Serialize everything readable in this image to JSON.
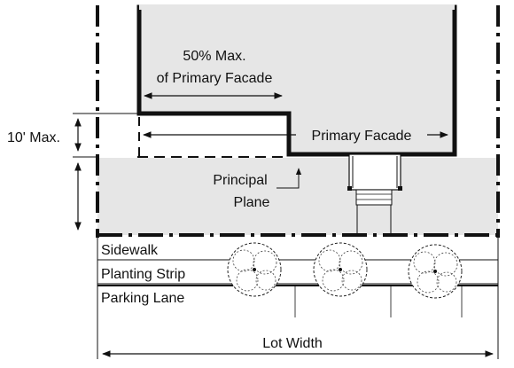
{
  "labels": {
    "facade_max_line1": "50% Max.",
    "facade_max_line2": "of Primary Facade",
    "setback_max": "10' Max.",
    "primary_facade": "Primary Facade",
    "principal_line1": "Principal",
    "principal_line2": "Plane",
    "sidewalk": "Sidewalk",
    "planting_strip": "Planting Strip",
    "parking_lane": "Parking Lane",
    "lot_width": "Lot Width"
  },
  "colors": {
    "fill": "#e6e6e6",
    "ink": "#111111",
    "background": "#ffffff"
  }
}
